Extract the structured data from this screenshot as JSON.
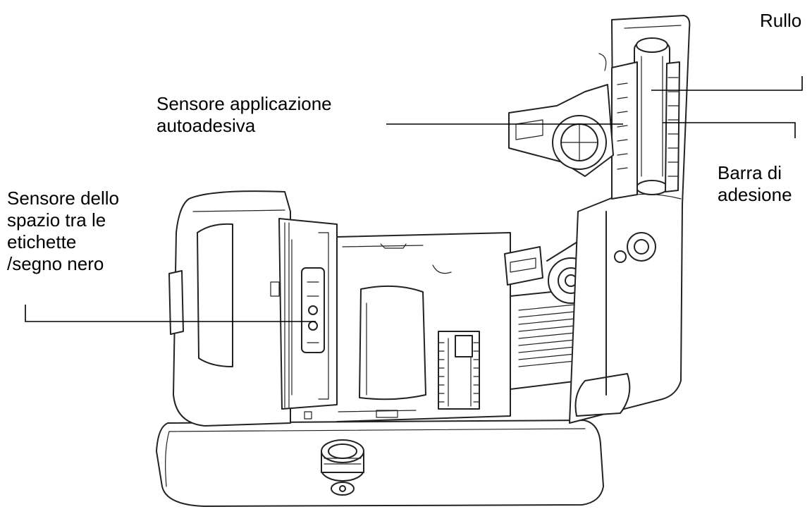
{
  "labels": {
    "rullo": "Rullo",
    "sensore_applicazione": "Sensore applicazione\nautoadesiva",
    "barra_adesione": "Barra di\nadesione",
    "sensore_spazio": "Sensore dello\nspazio tra le\netichette\n/segno nero"
  }
}
